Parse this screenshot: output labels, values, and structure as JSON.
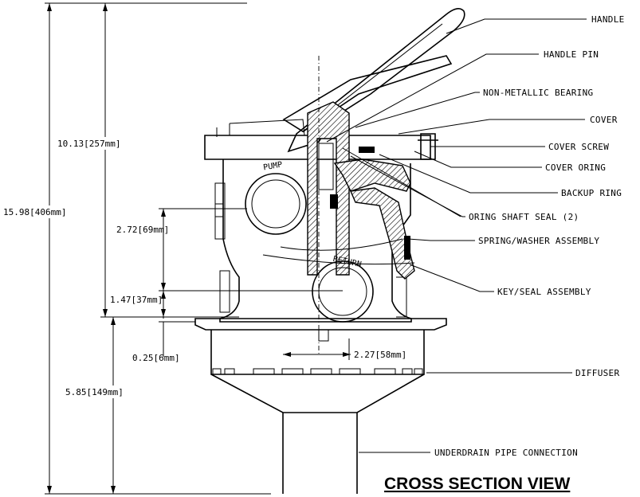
{
  "title": "CROSS SECTION VIEW",
  "callouts": {
    "handle": "HANDLE",
    "handle_pin": "HANDLE PIN",
    "bearing": "NON-METALLIC BEARING",
    "cover": "COVER",
    "cover_screw": "COVER SCREW",
    "cover_oring": "COVER ORING",
    "backup_ring": "BACKUP RING",
    "oring_shaft_seal": "ORING SHAFT SEAL (2)",
    "spring_washer": "SPRING/WASHER ASSEMBLY",
    "key_seal": "KEY/SEAL ASSEMBLY",
    "diffuser": "DIFFUSER",
    "underdrain": "UNDERDRAIN PIPE CONNECTION"
  },
  "dimensions": {
    "overall_height": "15.98[406mm]",
    "upper_height": "10.13[257mm]",
    "port_spacing": "2.72[69mm]",
    "return_to_base": "1.47[37mm]",
    "flange": "0.25[6mm]",
    "offset": "2.27[58mm]",
    "lower_height": "5.85[149mm]"
  },
  "ports": {
    "pump": "PUMP",
    "return": "RETURN"
  }
}
